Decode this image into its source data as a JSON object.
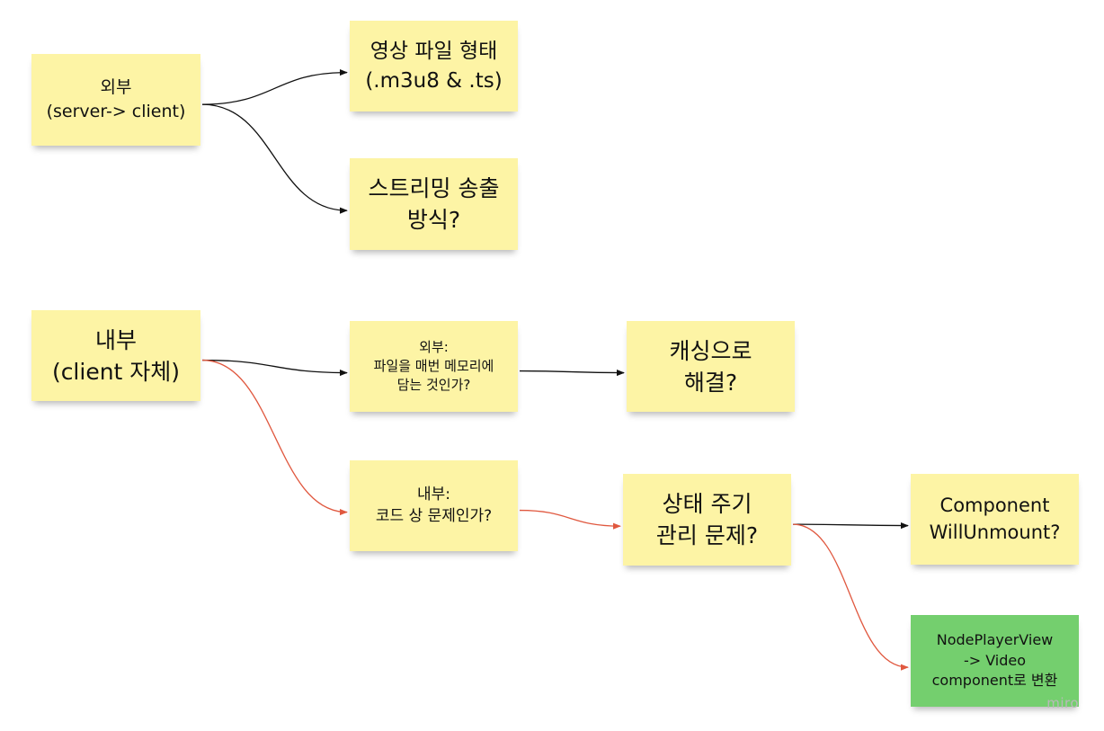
{
  "colors": {
    "sticky_yellow": "#fdf4a5",
    "sticky_green": "#74cf6e",
    "edge_black": "#111111",
    "edge_red": "#e0583f"
  },
  "nodes": {
    "external": {
      "text": "외부\n(server-> client)",
      "color": "yellow"
    },
    "video_format": {
      "text": "영상 파일 형태\n(.m3u8 & .ts)",
      "color": "yellow"
    },
    "streaming_method": {
      "text": "스트리밍 송출\n방식?",
      "color": "yellow"
    },
    "internal": {
      "text": "내부\n(client 자체)",
      "color": "yellow"
    },
    "internal_external": {
      "text": "외부:\n파일을 매번 메모리에\n담는 것인가?",
      "color": "yellow"
    },
    "caching": {
      "text": "캐싱으로\n해결?",
      "color": "yellow"
    },
    "code_issue": {
      "text": "내부:\n코드 상 문제인가?",
      "color": "yellow"
    },
    "lifecycle": {
      "text": "상태 주기\n관리 문제?",
      "color": "yellow"
    },
    "will_unmount": {
      "text": "Component\nWillUnmount?",
      "color": "yellow"
    },
    "node_player": {
      "text": "NodePlayerView\n-> Video\ncomponent로 변환",
      "color": "green"
    }
  },
  "edges": [
    {
      "from": "external",
      "to": "video_format",
      "color": "black"
    },
    {
      "from": "external",
      "to": "streaming_method",
      "color": "black"
    },
    {
      "from": "internal",
      "to": "internal_external",
      "color": "black"
    },
    {
      "from": "internal",
      "to": "code_issue",
      "color": "red"
    },
    {
      "from": "internal_external",
      "to": "caching",
      "color": "black"
    },
    {
      "from": "code_issue",
      "to": "lifecycle",
      "color": "red"
    },
    {
      "from": "lifecycle",
      "to": "will_unmount",
      "color": "black"
    },
    {
      "from": "lifecycle",
      "to": "node_player",
      "color": "red"
    }
  ],
  "watermark": "miro"
}
